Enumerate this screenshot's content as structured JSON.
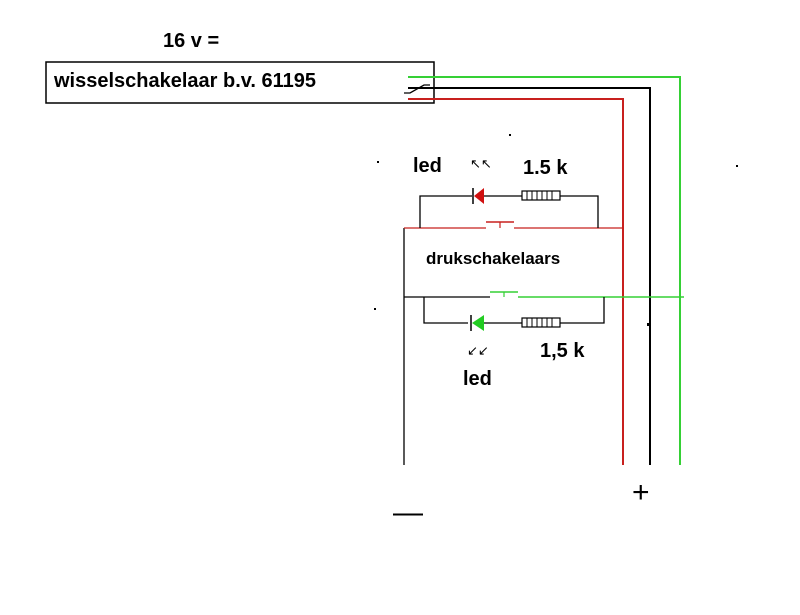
{
  "diagram": {
    "supply_label": "16 v =",
    "switch_label": "wisselschakelaar b.v. 61195",
    "top_led_label": "led",
    "top_resistor_label": "1.5 k",
    "button_label": "drukschakelaars",
    "bottom_resistor_label": "1,5 k",
    "bottom_led_label": "led",
    "minus_label": "—",
    "plus_label": "+",
    "top_led_arrows": "↖↖",
    "bottom_led_arrows": "↙↙",
    "colors": {
      "wire": "#000000",
      "red_wire": "#c8201e",
      "green_wire": "#35d035",
      "led_red": "#d01010",
      "led_green": "#22cc22"
    }
  }
}
